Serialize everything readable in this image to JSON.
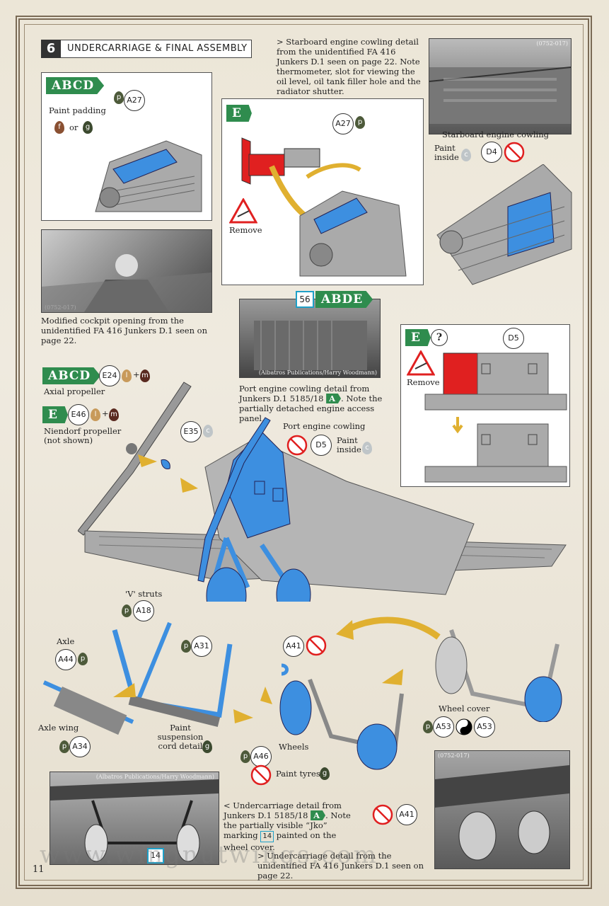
{
  "section": {
    "number": "6",
    "title": "UNDERCARRIAGE & FINAL ASSEMBLY"
  },
  "starboard_caption": "> Starboard engine cowling detail from the unidentified FA 416 Junkers D.1 seen on page 22. Note thermometer, slot for viewing the oil level, oil tank filler hole and the radiator shutter.",
  "photo_credit_0752": "(0752-017)",
  "panel_abcd": {
    "tag": "ABCD",
    "part": "A27",
    "paint_label": "Paint padding",
    "or_text": "or",
    "drops": [
      "p",
      "f",
      "g"
    ]
  },
  "panel_e": {
    "tag": "E",
    "part": "A27",
    "remove": "Remove",
    "drop": "p"
  },
  "starboard_label": "Starboard engine cowling",
  "paint_inside": "Paint inside",
  "starboard_part": "D4",
  "cockpit_caption": "Modified cockpit opening from the unidentified FA 416 Junkers D.1 seen on page 22.",
  "port_photo": {
    "badge": "56",
    "tag": "ABDE",
    "credit": "(Albatros Publications/Harry Woodmann)"
  },
  "port_caption": "Port engine cowling detail from Junkers D.1 5185/18",
  "port_caption_badge": "A",
  "port_caption_end": ". Note the partially detached engine access panel.",
  "panel_e2": {
    "tag": "E",
    "q": "?",
    "part": "D5",
    "remove": "Remove"
  },
  "propeller": {
    "abcd_tag": "ABCD",
    "abcd_part": "E24",
    "abcd_paint": [
      "l",
      "m"
    ],
    "abcd_label": "Axial propeller",
    "e_tag": "E",
    "e_part": "E46",
    "e_paint": [
      "l",
      "m"
    ],
    "e_label": "Niendorf propeller (not shown)",
    "spinner_part": "E35",
    "spinner_drop": "c"
  },
  "port_label": "Port engine cowling",
  "port_part": "D5",
  "port_paint_inside": "Paint inside",
  "struts": {
    "label": "'V' struts",
    "part1": "A18",
    "part2": "A31"
  },
  "axle": {
    "label": "Axle",
    "part": "A44",
    "wing_label": "Axle wing",
    "wing_part": "A34"
  },
  "suspension": {
    "label": "Paint suspension cord detail",
    "drop": "g"
  },
  "wheels": {
    "label": "Wheels",
    "part": "A46",
    "clip_part": "A41",
    "tyres": "Paint tyres",
    "tyres_drop": "g",
    "clip_part2": "A41"
  },
  "wheel_cover": {
    "label": "Wheel cover",
    "left": "A53",
    "right": "A53"
  },
  "undercarriage_caption1": "< Undercarriage detail from Junkers D.1 5185/18",
  "undercarriage_badge": "A",
  "undercarriage_caption1b": ". Note the partially visible “Jko” marking",
  "undercarriage_marking": "14",
  "undercarriage_caption1c": "painted on the wheel cover.",
  "undercarriage_caption2": "> Undercarriage detail from the unidentified FA 416 Junkers D.1 seen on page 22.",
  "bottom_photo_credit": "(Albatros Publications/Harry Woodmann)",
  "bottom_photo_badge": "14",
  "page_number": "11",
  "watermark": "www.wingnutwings.com",
  "colors": {
    "accent_green": "#2f8c4e",
    "part_blue": "#3d8fe0",
    "remove_red": "#e02020"
  }
}
